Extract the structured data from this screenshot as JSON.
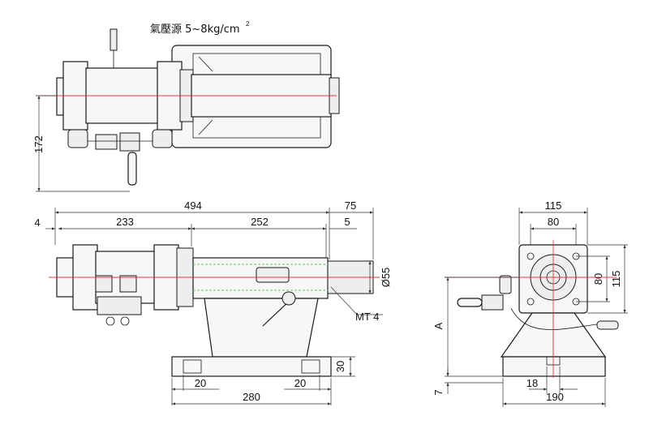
{
  "title": {
    "pressure_label": "氣壓源 5~8kg/cm",
    "pressure_unit_exp": "2"
  },
  "top_view": {
    "height_dim": "172"
  },
  "side_view": {
    "dim_total": "494",
    "dim_left": "233",
    "dim_mid": "252",
    "dim_offset_left": "4",
    "dim_right_top": "75",
    "dim_right_small": "5",
    "dim_dia": "Ø55",
    "label_mt": "MT 4",
    "dim_base_h": "30",
    "dim_base_l": "20",
    "dim_base_r": "20",
    "dim_base_w": "280"
  },
  "front_view": {
    "dim_top_outer": "115",
    "dim_top_inner": "80",
    "dim_right_inner": "80",
    "dim_right_outer": "115",
    "dim_a": "A",
    "dim_7": "7",
    "dim_18": "18",
    "dim_190": "190"
  },
  "colors": {
    "centerline": "#e23b3b",
    "hidden": "#5cc65c",
    "line": "#1a1a1a"
  }
}
